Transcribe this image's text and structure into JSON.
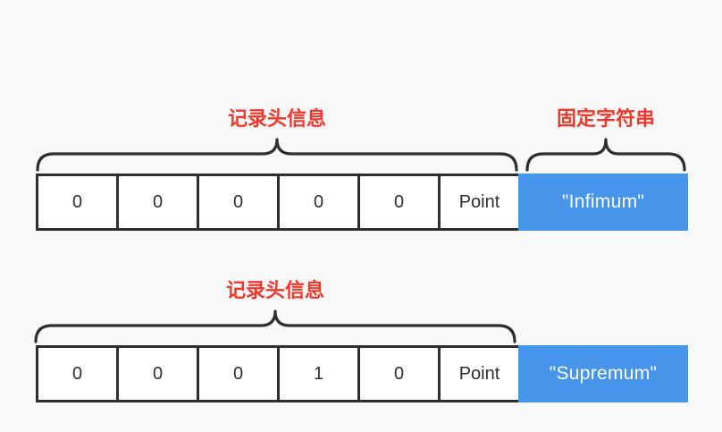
{
  "colors": {
    "background": "#f8f8f9",
    "ink": "#2e2e2e",
    "cell_fill": "#ffffff",
    "accent_blue": "#4795eb",
    "label_red": "#f0392e",
    "blue_text": "#ffffff"
  },
  "records": [
    {
      "header_label": "记录头信息",
      "fixed_label": "固定字符串",
      "cells": [
        "0",
        "0",
        "0",
        "0",
        "0",
        "Point"
      ],
      "fixed_value": "\"Infimum\""
    },
    {
      "header_label": "记录头信息",
      "cells": [
        "0",
        "0",
        "0",
        "1",
        "0",
        "Point"
      ],
      "fixed_value": "\"Supremum\""
    }
  ]
}
